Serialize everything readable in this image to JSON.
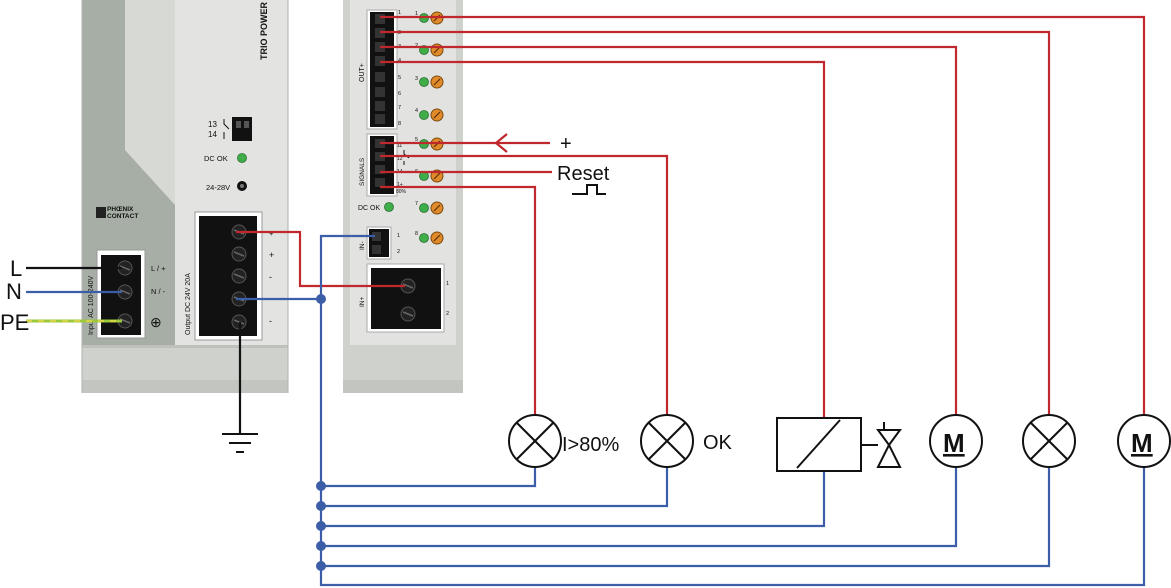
{
  "power_supply": {
    "brand_name": "TRIO POWER",
    "logo_text": "PHOENIX CONTACT",
    "relay_contacts": [
      "13",
      "14"
    ],
    "dc_ok_label": "DC OK",
    "voltage_adjust_label": "24-28V",
    "input_terminals": [
      "L / +",
      "N / -"
    ],
    "pe_symbol": "⊕",
    "input_label": "Input  AC  100-240V",
    "output_label": "Output  DC  24V 20A",
    "output_terminal_marks": [
      "+",
      "+",
      "-",
      "-"
    ]
  },
  "module": {
    "out_label": "OUT+",
    "out_pin_numbers": [
      "1",
      "2",
      "3",
      "4",
      "5",
      "6",
      "7",
      "8"
    ],
    "channel_numbers_top": [
      "1",
      "2",
      "3",
      "4"
    ],
    "signals_label": "SIGNALS",
    "signal_channels": [
      "5",
      "6",
      "7",
      "8"
    ],
    "signal_pins": [
      "11",
      "12",
      "14",
      "1+",
      "80%"
    ],
    "dc_ok_label": "DC OK",
    "in_minus_label": "IN-",
    "in_minus_pins": [
      "1",
      "2"
    ],
    "in_plus_label": "IN+",
    "in_plus_pins": [
      "1",
      "2"
    ]
  },
  "wiring_labels": {
    "L": "L",
    "N": "N",
    "PE": "PE",
    "plus": "+",
    "reset": "Reset"
  },
  "loads": {
    "lamp_overload_label": "I>80%",
    "lamp_ok_label": "OK",
    "motor_symbol": "M"
  },
  "colors": {
    "positive_wire": "#c0282d",
    "negative_wire": "#3c5ea8",
    "pe_wire": "#9cc83c",
    "housing_light": "#dadcd8",
    "housing_dark": "#a9b1a8",
    "knob_orange": "#e08a2a",
    "led_green": "#3fae49"
  }
}
